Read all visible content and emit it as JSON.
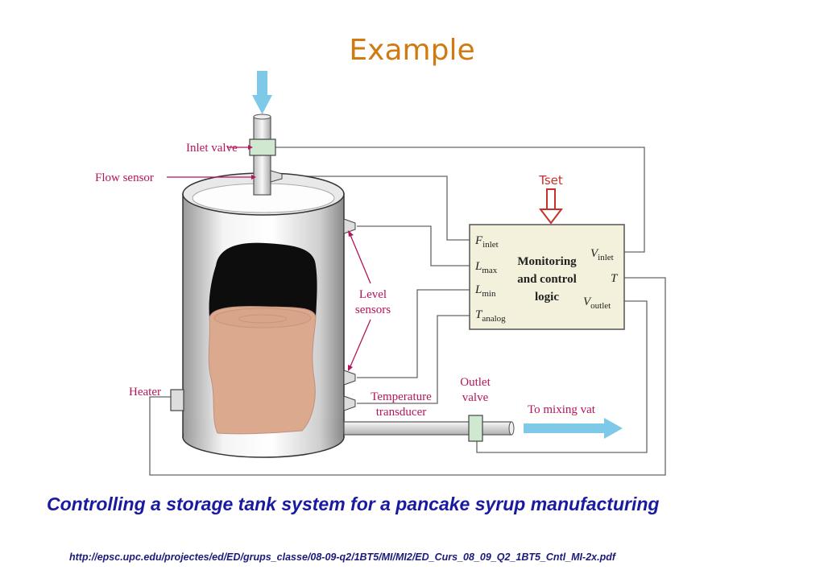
{
  "title": "Example",
  "caption": "Controlling a storage tank system for a pancake syrup manufacturing",
  "source_url": "http://epsc.upc.edu/projectes/ed/ED/grups_classe/08-09-q2/1BT5/MI/MI2/ED_Curs_08_09_Q2_1BT5_Cntl_MI-2x.pdf",
  "labels": {
    "inlet_valve": "Inlet valve",
    "flow_sensor": "Flow sensor",
    "level_sensors_1": "Level",
    "level_sensors_2": "sensors",
    "heater": "Heater",
    "temp_transducer_1": "Temperature",
    "temp_transducer_2": "transducer",
    "outlet_valve_1": "Outlet",
    "outlet_valve_2": "valve",
    "to_mixing_vat": "To mixing vat",
    "tset": "Tset"
  },
  "controller": {
    "title_line1": "Monitoring",
    "title_line2": "and control",
    "title_line3": "logic",
    "inputs": {
      "f_inlet_main": "F",
      "f_inlet_sub": "inlet",
      "l_max_main": "L",
      "l_max_sub": "max",
      "l_min_main": "L",
      "l_min_sub": "min",
      "t_analog_main": "T",
      "t_analog_sub": "analog"
    },
    "outputs": {
      "v_inlet_main": "V",
      "v_inlet_sub": "inlet",
      "t_main": "T",
      "v_outlet_main": "V",
      "v_outlet_sub": "outlet"
    }
  },
  "colors": {
    "title": "#d07a10",
    "caption": "#1a1aa0",
    "label_pink": "#b5145a",
    "flow_arrow": "#7ec8e8",
    "tset_arrow": "#c8302a",
    "controller_fill": "#f3f1dc",
    "valve_fill": "#cfe8cf"
  }
}
